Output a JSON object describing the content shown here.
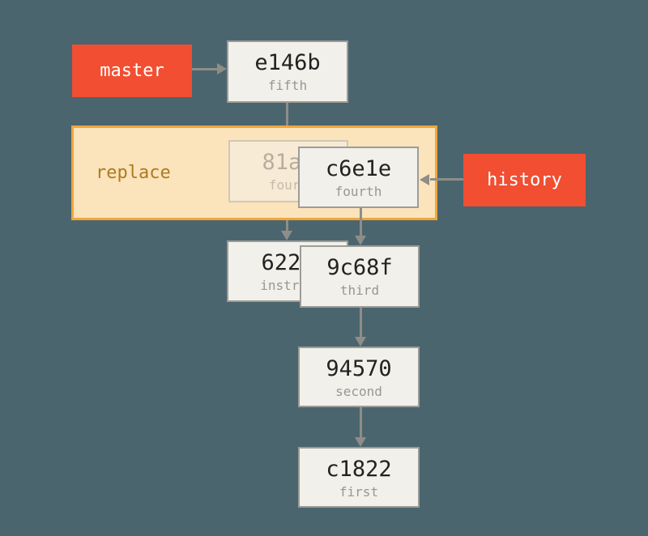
{
  "diagram": {
    "type": "git-commit-graph",
    "replace_region": {
      "label": "replace"
    },
    "branch_labels": [
      {
        "label": "master",
        "points_to": "e146b"
      },
      {
        "label": "history",
        "points_to": "c6e1e"
      }
    ],
    "commits": [
      {
        "hash": "e146b",
        "message": "fifth"
      },
      {
        "hash": "81a7",
        "message": "fourt",
        "state": "faded-replaced"
      },
      {
        "hash": "c6e1e",
        "message": "fourth"
      },
      {
        "hash": "622e",
        "message": "instruc"
      },
      {
        "hash": "9c68f",
        "message": "third"
      },
      {
        "hash": "94570",
        "message": "second"
      },
      {
        "hash": "c1822",
        "message": "first"
      }
    ],
    "edges": [
      {
        "from": "master",
        "to": "e146b",
        "direction": "right"
      },
      {
        "from": "e146b",
        "to": "replace-region",
        "direction": "down"
      },
      {
        "from": "history",
        "to": "c6e1e",
        "direction": "left"
      },
      {
        "from": "replace-region",
        "to": "622e",
        "direction": "down"
      },
      {
        "from": "c6e1e",
        "to": "9c68f",
        "direction": "down"
      },
      {
        "from": "9c68f",
        "to": "94570",
        "direction": "down"
      },
      {
        "from": "94570",
        "to": "c1822",
        "direction": "down"
      }
    ]
  },
  "colors": {
    "background": "#4B656E",
    "commit_box_fill": "#F1F0EA",
    "commit_box_border": "#9D9C97",
    "hash_text": "#222222",
    "message_text": "#9A978F",
    "branch_label_fill": "#F14E32",
    "branch_label_text": "#FFFFFF",
    "arrow": "#8E8D88",
    "replace_fill": "#FBE3BB",
    "replace_border": "#F0A63C",
    "replace_text": "#AC7B22"
  }
}
